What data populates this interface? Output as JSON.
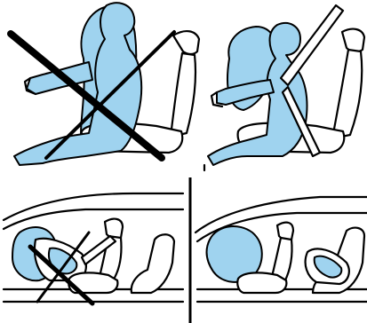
{
  "colors": {
    "figure_fill": "#9fd3ef",
    "outline": "#000000",
    "background": "#ffffff"
  },
  "panels": [
    {
      "name": "incorrect-seating-too-close",
      "status": "prohibited",
      "mark": "cross"
    },
    {
      "name": "correct-seating-position",
      "status": "correct",
      "mark": "none"
    },
    {
      "name": "incorrect-child-seat-front",
      "status": "prohibited",
      "mark": "cross"
    },
    {
      "name": "correct-child-seat-rear",
      "status": "correct",
      "mark": "none"
    }
  ]
}
